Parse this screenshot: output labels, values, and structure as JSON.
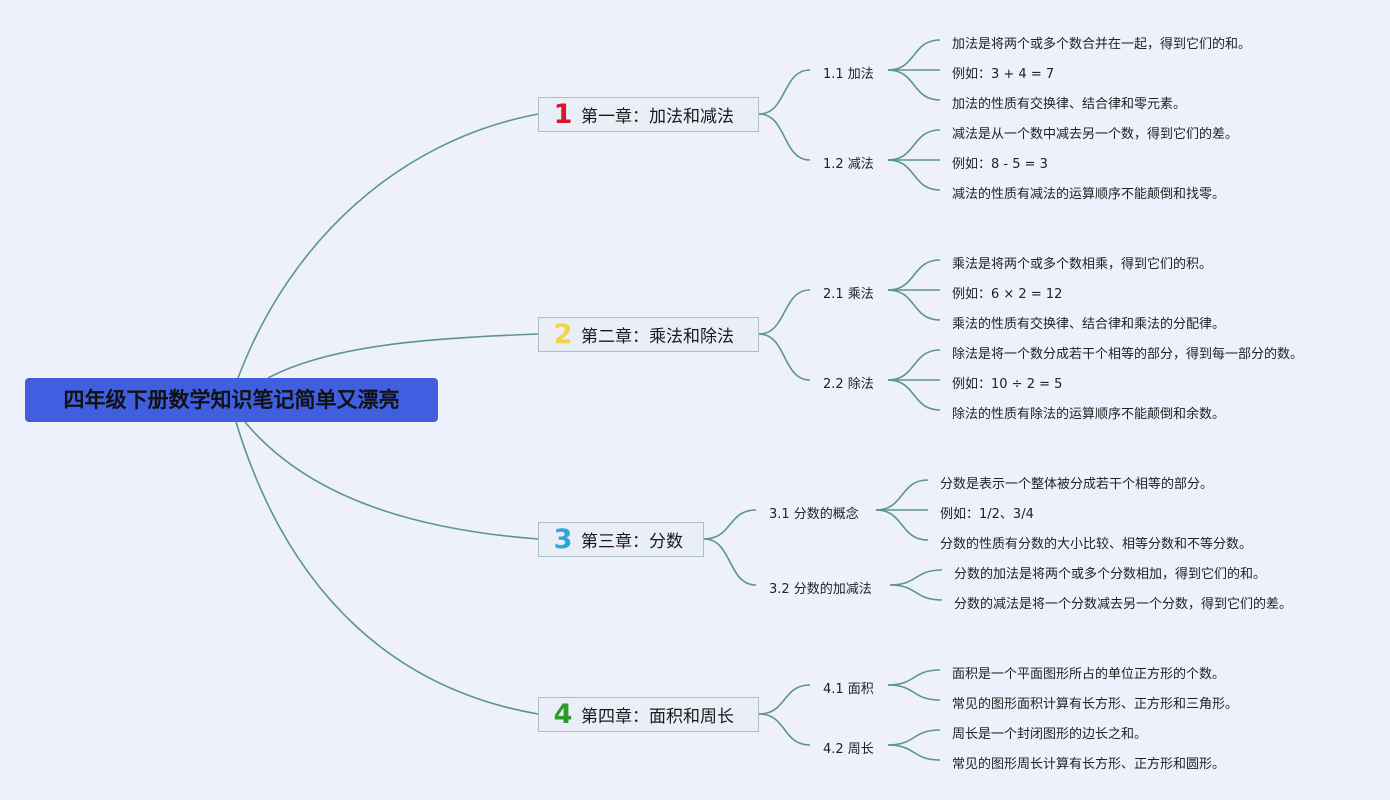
{
  "root": {
    "title": "四年级下册数学知识笔记简单又漂亮"
  },
  "colors": {
    "background": "#eef0fc",
    "root_fill": "#3f5ee0",
    "connector": "#5b9591",
    "chapter_fill": "#e9eef7",
    "chapter_border": "#a9c0cc",
    "number_1": "#d4192b",
    "number_2": "#f2d34a",
    "number_3": "#2ea6da",
    "number_4": "#2a9a2a"
  },
  "chapters": [
    {
      "number": "1",
      "title": "第一章：加法和减法",
      "sections": [
        {
          "label": "1.1 加法",
          "notes": [
            "加法是将两个或多个数合并在一起，得到它们的和。",
            "例如：3 + 4 = 7",
            "加法的性质有交换律、结合律和零元素。"
          ]
        },
        {
          "label": "1.2 减法",
          "notes": [
            "减法是从一个数中减去另一个数，得到它们的差。",
            "例如：8 - 5 = 3",
            "减法的性质有减法的运算顺序不能颠倒和找零。"
          ]
        }
      ]
    },
    {
      "number": "2",
      "title": "第二章：乘法和除法",
      "sections": [
        {
          "label": "2.1 乘法",
          "notes": [
            "乘法是将两个或多个数相乘，得到它们的积。",
            "例如：6 × 2 = 12",
            "乘法的性质有交换律、结合律和乘法的分配律。"
          ]
        },
        {
          "label": "2.2 除法",
          "notes": [
            "除法是将一个数分成若干个相等的部分，得到每一部分的数。",
            "例如：10 ÷ 2 = 5",
            "除法的性质有除法的运算顺序不能颠倒和余数。"
          ]
        }
      ]
    },
    {
      "number": "3",
      "title": "第三章：分数",
      "sections": [
        {
          "label": "3.1 分数的概念",
          "notes": [
            "分数是表示一个整体被分成若干个相等的部分。",
            "例如：1/2、3/4",
            "分数的性质有分数的大小比较、相等分数和不等分数。"
          ]
        },
        {
          "label": "3.2 分数的加减法",
          "notes": [
            "分数的加法是将两个或多个分数相加，得到它们的和。",
            "分数的减法是将一个分数减去另一个分数，得到它们的差。"
          ]
        }
      ]
    },
    {
      "number": "4",
      "title": "第四章：面积和周长",
      "sections": [
        {
          "label": "4.1 面积",
          "notes": [
            "面积是一个平面图形所占的单位正方形的个数。",
            "常见的图形面积计算有长方形、正方形和三角形。"
          ]
        },
        {
          "label": "4.2 周长",
          "notes": [
            "周长是一个封闭图形的边长之和。",
            "常见的图形周长计算有长方形、正方形和圆形。"
          ]
        }
      ]
    }
  ]
}
